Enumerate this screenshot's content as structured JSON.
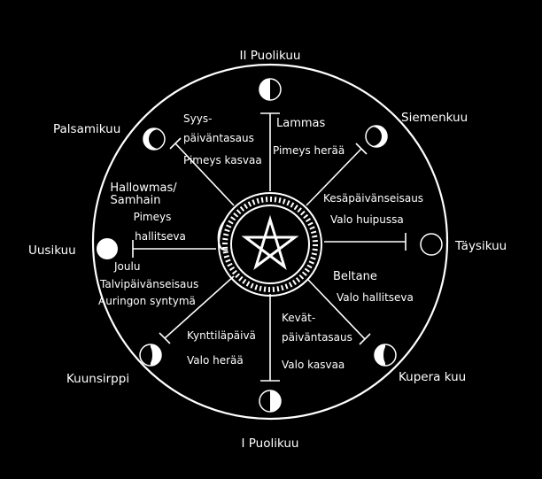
{
  "moons": {
    "north": "II Puolikuu",
    "northeast": "Siemenkuu",
    "east": "Täysikuu",
    "southeast": "Kupera kuu",
    "south": "I Puolikuu",
    "southwest": "Kuunsirppi",
    "west": "Uusikuu",
    "northwest": "Palsamikuu"
  },
  "festivals": {
    "lammas": {
      "name": "Lammas",
      "text": "Pimeys herää"
    },
    "syyspaivantasaus": {
      "line1": "Syys-",
      "line2": "päiväntasaus",
      "text": "Pimeys kasvaa"
    },
    "samhain": {
      "name1": "Hallowmas/",
      "name2": "Samhain",
      "text1": "Pimeys",
      "text2": "hallitseva"
    },
    "joulu": {
      "line1": "Joulu",
      "line2": "Talvipäivänseisaus",
      "line3": "Auringon syntymä"
    },
    "kynttilapaiva": {
      "name": "Kynttiläpäivä",
      "text": "Valo herää"
    },
    "kevatpaivantasaus": {
      "line1": "Kevät-",
      "line2": "päiväntasaus",
      "text": "Valo kasvaa"
    },
    "beltane": {
      "name": "Beltane",
      "text": "Valo hallitseva"
    },
    "kesapaivanseisaus": {
      "name": "Kesäpäivänseisaus",
      "text": "Valo huipussa"
    }
  },
  "colors": {
    "background": "#000000",
    "foreground": "#ffffff"
  },
  "icons": {
    "center": "pentagram-icon",
    "ring": "ouroboros-serpent-icon"
  }
}
